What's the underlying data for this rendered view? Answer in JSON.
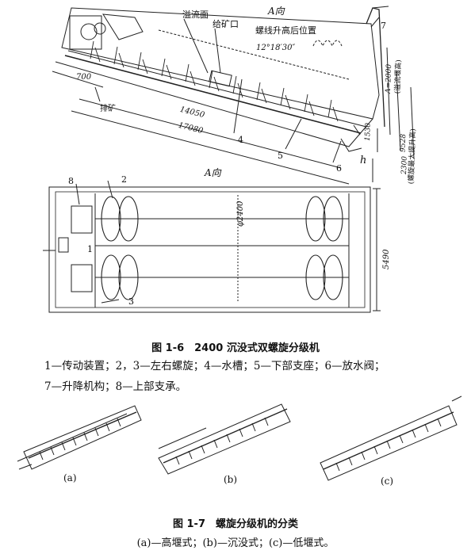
{
  "fig16": {
    "labels": {
      "overflow_surface": "溢流面",
      "feed_inlet": "给矿口",
      "a_view_top": "A向",
      "spiral_lift_position": "螺线升高后位置",
      "angle": "12°18′30″",
      "dim_700": "700",
      "discharge": "排矿",
      "dim_14050": "14050",
      "dim_17080": "17080",
      "dim_a2000": "A=2000",
      "dim_a2000_note": "(溢流堰高)",
      "dim_9528": "9528",
      "dim_9528_note": "(螺旋最大提升高)",
      "dim_2300": "2300",
      "dim_1530": "1530",
      "h": "h",
      "a_view_plan": "A向",
      "dim_phi2400": "φ2400",
      "dim_5490": "5490",
      "n1": "1",
      "n2": "2",
      "n3": "3",
      "n4": "4",
      "n5": "5",
      "n6": "6",
      "n7": "7",
      "n8": "8"
    },
    "caption": "图 1-6　2400 沉没式双螺旋分级机",
    "legend_line1": "1—传动装置；2，3—左右螺旋；4—水槽；5—下部支座；6—放水阀；",
    "legend_line2": "7—升降机构；8—上部支承。"
  },
  "fig17": {
    "sub_a": "(a)",
    "sub_b": "(b)",
    "sub_c": "(c)",
    "caption": "图 1-7　螺旋分级机的分类",
    "legend": "(a)—高堰式；(b)—沉没式；(c)—低堰式。"
  }
}
